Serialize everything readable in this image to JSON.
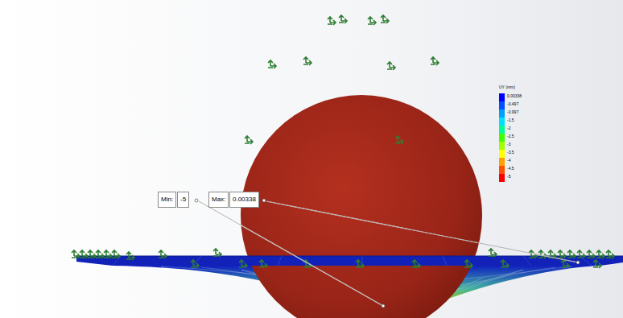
{
  "diagram": {
    "labels": [
      "UY (mm)",
      "Min:",
      "-5",
      "Max:",
      "0.00338"
    ],
    "legend": [
      {
        "text": "0.00338",
        "color": "#0000ff"
      },
      {
        "text": "-0.497",
        "color": "#0050ff"
      },
      {
        "text": "-0.997",
        "color": "#00a0ff"
      },
      {
        "text": "-1.5",
        "color": "#00e0ff"
      },
      {
        "text": "-2",
        "color": "#00ff90"
      },
      {
        "text": "-2.5",
        "color": "#40ff00"
      },
      {
        "text": "-3",
        "color": "#a0ff00"
      },
      {
        "text": "-3.5",
        "color": "#ffff00"
      },
      {
        "text": "-4",
        "color": "#ffa000"
      },
      {
        "text": "-4.5",
        "color": "#ff5000"
      },
      {
        "text": "-5",
        "color": "#ff0000"
      }
    ]
  }
}
